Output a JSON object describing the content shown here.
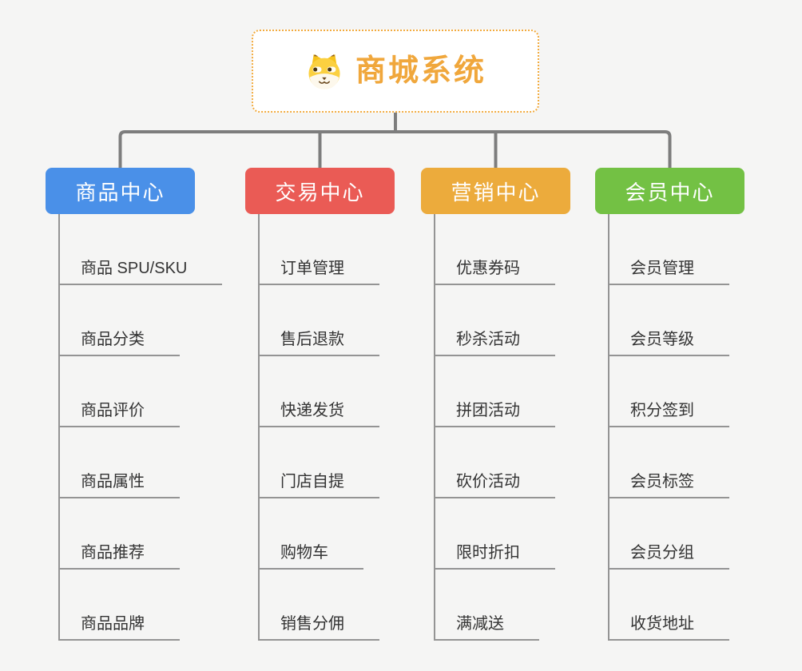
{
  "root": {
    "title": "商城系统",
    "icon": "dog-icon",
    "accent_color": "#f0a73c",
    "border_color": "#f2ab3f"
  },
  "connector_color": "#7d7d7d",
  "leaf_line_color": "#949494",
  "leaf_text_color": "#333333",
  "branches": [
    {
      "label": "商品中心",
      "color": "#4a90e8",
      "children": [
        "商品 SPU/SKU",
        "商品分类",
        "商品评价",
        "商品属性",
        "商品推荐",
        "商品品牌"
      ]
    },
    {
      "label": "交易中心",
      "color": "#ea5b55",
      "children": [
        "订单管理",
        "售后退款",
        "快递发货",
        "门店自提",
        "购物车",
        "销售分佣"
      ]
    },
    {
      "label": "营销中心",
      "color": "#ecab3c",
      "children": [
        "优惠券码",
        "秒杀活动",
        "拼团活动",
        "砍价活动",
        "限时折扣",
        "满减送"
      ]
    },
    {
      "label": "会员中心",
      "color": "#73c144",
      "children": [
        "会员管理",
        "会员等级",
        "积分签到",
        "会员标签",
        "会员分组",
        "收货地址"
      ]
    }
  ]
}
